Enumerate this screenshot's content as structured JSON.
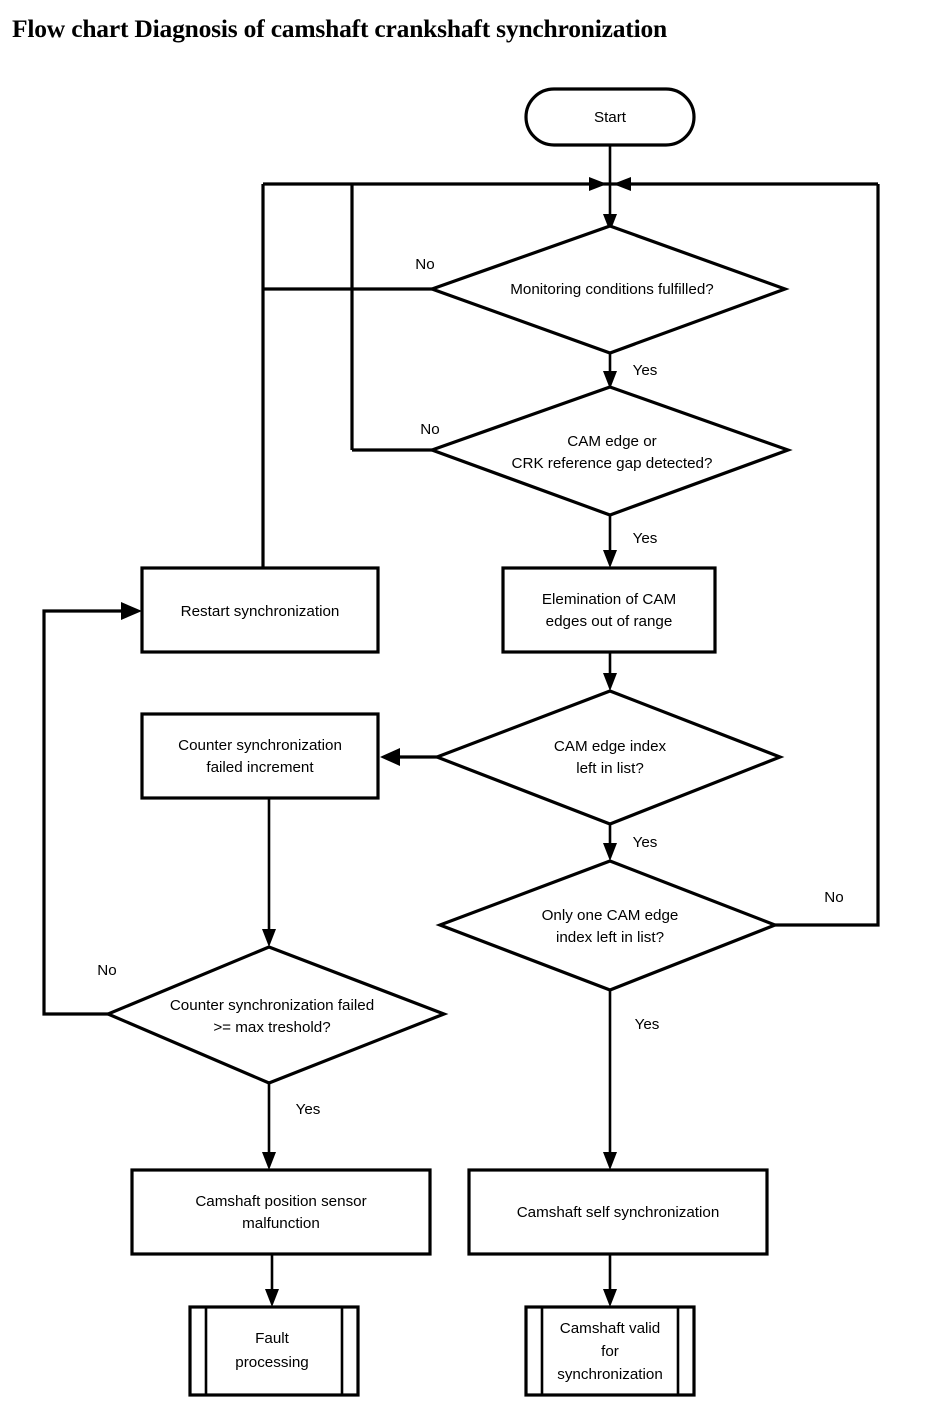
{
  "title": "Flow chart Diagnosis of camshaft crankshaft synchronization",
  "chart_data": {
    "type": "diagram",
    "diagram_kind": "flowchart",
    "title": "Flow chart Diagnosis of camshaft crankshaft synchronization",
    "orientation": "top-to-bottom",
    "nodes": [
      {
        "id": "start",
        "shape": "terminator",
        "label": "Start"
      },
      {
        "id": "d1",
        "shape": "decision",
        "label": "Monitoring conditions fulfilled?"
      },
      {
        "id": "d2",
        "shape": "decision",
        "label": "CAM edge or\nCRK reference gap detected?"
      },
      {
        "id": "p1",
        "shape": "process",
        "label": "Elemination of CAM\nedges out of range"
      },
      {
        "id": "d3",
        "shape": "decision",
        "label": "CAM edge index\nleft in list?"
      },
      {
        "id": "p2",
        "shape": "process",
        "label": "Counter synchronization\nfailed increment"
      },
      {
        "id": "p3",
        "shape": "process",
        "label": "Restart synchronization"
      },
      {
        "id": "d4",
        "shape": "decision",
        "label": "Only one CAM edge\nindex left in list?"
      },
      {
        "id": "d5",
        "shape": "decision",
        "label": "Counter synchronization failed\n>= max treshold?"
      },
      {
        "id": "p4",
        "shape": "process",
        "label": "Camshaft position sensor\nmalfunction"
      },
      {
        "id": "p5",
        "shape": "process",
        "label": "Camshaft self synchronization"
      },
      {
        "id": "pp1",
        "shape": "predefined-process",
        "label": "Fault\nprocessing"
      },
      {
        "id": "pp2",
        "shape": "predefined-process",
        "label": "Camshaft valid\nfor\nsynchronization"
      }
    ],
    "edges": [
      {
        "from": "start",
        "to": "d1",
        "label": ""
      },
      {
        "from": "d1",
        "to": "p3",
        "label": "No"
      },
      {
        "from": "d1",
        "to": "d2",
        "label": "Yes"
      },
      {
        "from": "d2",
        "to": "p3",
        "label": "No"
      },
      {
        "from": "d2",
        "to": "p1",
        "label": "Yes"
      },
      {
        "from": "p1",
        "to": "d3",
        "label": ""
      },
      {
        "from": "d3",
        "to": "p2",
        "label": ""
      },
      {
        "from": "d3",
        "to": "d4",
        "label": "Yes"
      },
      {
        "from": "p2",
        "to": "d5",
        "label": ""
      },
      {
        "from": "d4",
        "to": "d1",
        "label": "No"
      },
      {
        "from": "d4",
        "to": "p5",
        "label": "Yes"
      },
      {
        "from": "d5",
        "to": "p3",
        "label": "No"
      },
      {
        "from": "d5",
        "to": "p4",
        "label": "Yes"
      },
      {
        "from": "p4",
        "to": "pp1",
        "label": ""
      },
      {
        "from": "p5",
        "to": "pp2",
        "label": ""
      }
    ]
  },
  "nodes": {
    "start": {
      "label": "Start"
    },
    "monitoring": {
      "label": "Monitoring conditions fulfilled?"
    },
    "cam_crk": {
      "line1": "CAM edge or",
      "line2": "CRK reference gap detected?"
    },
    "elemination": {
      "line1": "Elemination of CAM",
      "line2": "edges out of range"
    },
    "cam_index": {
      "line1": "CAM edge index",
      "line2": "left in list?"
    },
    "counter_increment": {
      "line1": "Counter synchronization",
      "line2": "failed increment"
    },
    "restart": {
      "label": "Restart synchronization"
    },
    "only_one": {
      "line1": "Only one CAM edge",
      "line2": "index left in list?"
    },
    "counter_threshold": {
      "line1": "Counter synchronization failed",
      "line2": ">= max treshold?"
    },
    "malfunction": {
      "line1": "Camshaft position sensor",
      "line2": "malfunction"
    },
    "self_sync": {
      "label": "Camshaft self synchronization"
    },
    "fault_processing": {
      "line1": "Fault",
      "line2": "processing"
    },
    "camshaft_valid": {
      "line1": "Camshaft valid",
      "line2": "for",
      "line3": "synchronization"
    }
  },
  "edge_labels": {
    "no_monitoring": "No",
    "yes_monitoring": "Yes",
    "no_cam_crk": "No",
    "yes_cam_crk": "Yes",
    "yes_cam_index": "Yes",
    "no_only_one": "No",
    "yes_only_one": "Yes",
    "no_threshold": "No",
    "yes_threshold": "Yes"
  },
  "colors": {
    "stroke": "#000000",
    "fill": "#ffffff",
    "text": "#000000"
  }
}
